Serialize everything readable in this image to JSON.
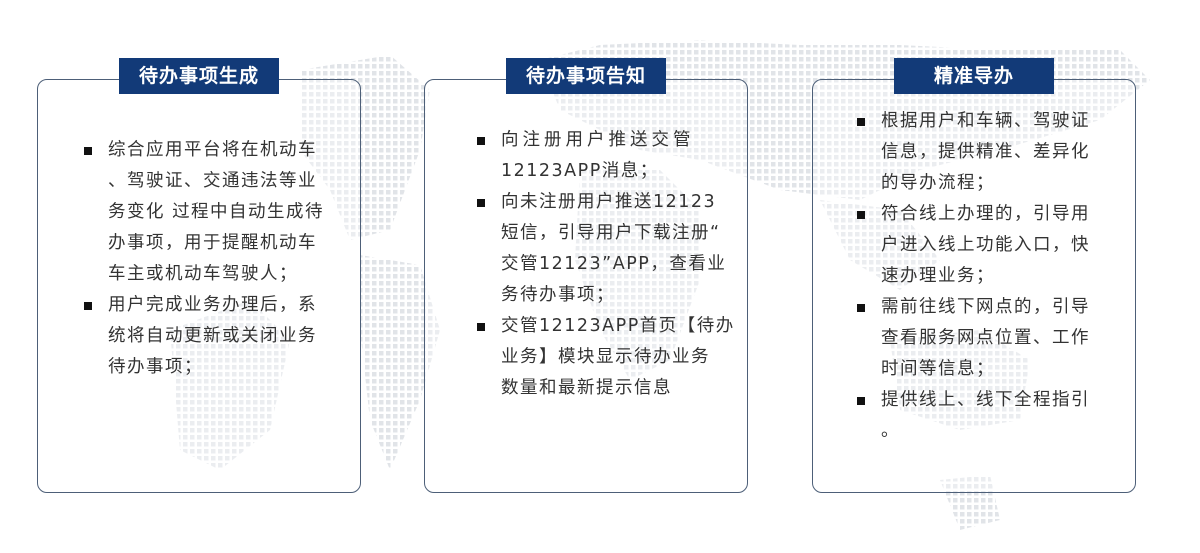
{
  "panels": [
    {
      "title": "待办事项生成",
      "items": [
        [
          "综合应用平台将在机动车",
          "、驾驶证、交通违法等业",
          "务变化 过程中自动生成待",
          "办事项，用于提醒机动车",
          "车主或机动车驾驶人；"
        ],
        [
          "用户完成业务办理后，系",
          "统将自动更新或关闭业务",
          "待办事项；"
        ]
      ]
    },
    {
      "title": "待办事项告知",
      "items": [
        [
          "向注册用户推送交管",
          "12123APP消息；"
        ],
        [
          "向未注册用户推送12123",
          "短信，引导用户下载注册“",
          "交管12123”APP，查看业",
          "务待办事项；"
        ],
        [
          "交管12123APP首页【待办",
          "业务】模块显示待办业务",
          "数量和最新提示信息"
        ]
      ]
    },
    {
      "title": "精准导办",
      "items": [
        [
          "根据用户和车辆、驾驶证",
          "信息，提供精准、差异化",
          "的导办流程；"
        ],
        [
          "符合线上办理的，引导用",
          "户进入线上功能入口，快",
          "速办理业务；"
        ],
        [
          "需前往线下网点的，引导",
          "查看服务网点位置、工作",
          "时间等信息；"
        ],
        [
          "提供线上、线下全程指引",
          "。"
        ]
      ]
    }
  ]
}
